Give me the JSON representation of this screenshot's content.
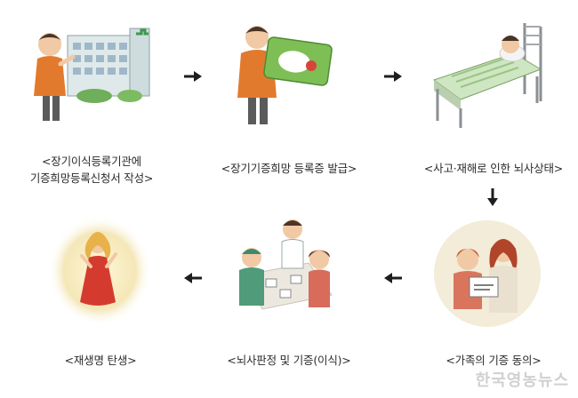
{
  "steps": [
    {
      "caption_line1": "<장기이식등록기관에",
      "caption_line2": "기증희망등록신청서 작성>"
    },
    {
      "caption_line1": "<장기기증희망 등록증 발급>"
    },
    {
      "caption_line1": "<사고·재해로 인한 뇌사상태>"
    },
    {
      "caption_line1": "<가족의 기증 동의>"
    },
    {
      "caption_line1": "<뇌사판정 및 기증(이식)>"
    },
    {
      "caption_line1": "<재생명 탄생>"
    }
  ],
  "icons": {
    "arrow": "arrow-icon"
  },
  "watermark": "한국영농뉴스"
}
